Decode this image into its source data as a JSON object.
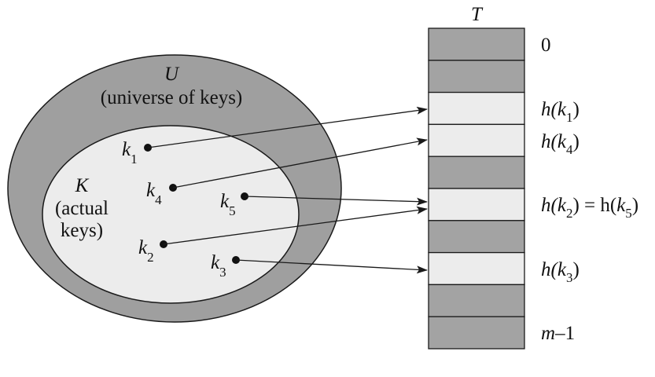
{
  "universe": {
    "symbol": "U",
    "caption": "(universe of keys)"
  },
  "actual": {
    "symbol": "K",
    "caption_line1": "(actual",
    "caption_line2": "keys)"
  },
  "keys": [
    {
      "base": "k",
      "sub": "1"
    },
    {
      "base": "k",
      "sub": "4"
    },
    {
      "base": "k",
      "sub": "5"
    },
    {
      "base": "k",
      "sub": "2"
    },
    {
      "base": "k",
      "sub": "3"
    }
  ],
  "table": {
    "title": "T",
    "slot_count": 10,
    "slot_states": [
      "dark",
      "dark",
      "light",
      "light",
      "dark",
      "light",
      "dark",
      "light",
      "dark",
      "dark"
    ],
    "labels": {
      "zero": "0",
      "h_k1": {
        "fn": "h(",
        "k": "k",
        "sub": "1",
        "close": ")"
      },
      "h_k4": {
        "fn": "h(",
        "k": "k",
        "sub": "4",
        "close": ")"
      },
      "h_k2_eq_h_k5": {
        "fn1": "h(",
        "k1": "k",
        "sub1": "2",
        "mid": ") = h(",
        "k2": "k",
        "sub2": "5",
        "close": ")"
      },
      "h_k3": {
        "fn": "h(",
        "k": "k",
        "sub": "3",
        "close": ")"
      },
      "m_minus_1": {
        "m": "m",
        "rest": "–1"
      }
    }
  },
  "mappings": [
    {
      "key": "k1",
      "slot": 2
    },
    {
      "key": "k4",
      "slot": 3
    },
    {
      "key": "k5",
      "slot": 5
    },
    {
      "key": "k2",
      "slot": 5
    },
    {
      "key": "k3",
      "slot": 7
    }
  ],
  "colors": {
    "outer": "#9f9f9f",
    "inner": "#ececec",
    "dark_slot": "#a3a3a3",
    "light_slot": "#ececec",
    "stroke": "#1a1a1a"
  }
}
